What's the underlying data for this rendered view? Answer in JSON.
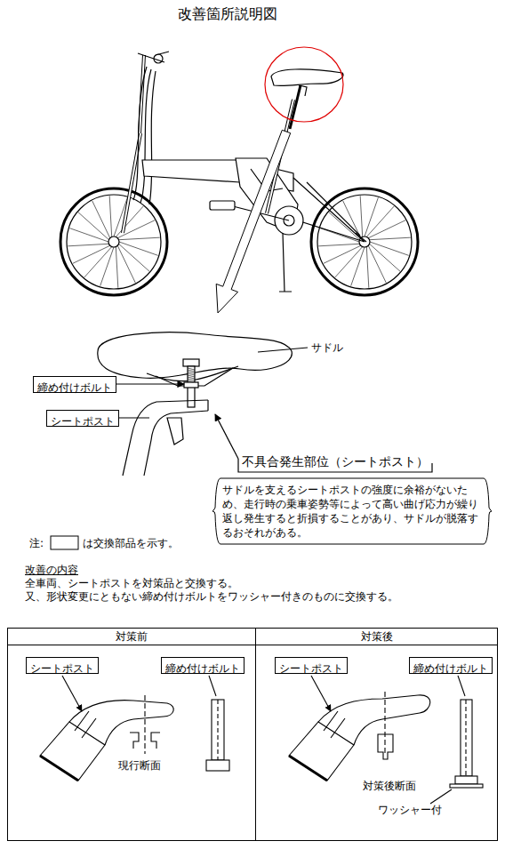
{
  "diagram": {
    "title": "改善箇所説明図",
    "nodes": [
      {
        "text": [
          "締め付けボルト"
        ]
      },
      {
        "text": [
          "シートポスト"
        ]
      },
      {
        "text": [
          "サドルを支えるシートポストの強度に余裕がないため、走行時の乗車姿勢等によって高い曲げ応力が繰り返し発生すると折損することがあり、サドルが脱落するおそれがある。"
        ]
      },
      {
        "text": [
          "対策前"
        ]
      },
      {
        "text": [
          "シートポスト"
        ],
        "in": 3
      },
      {
        "text": [
          "締め付けボルト"
        ],
        "in": 3
      },
      {
        "text": [
          "対策後"
        ]
      },
      {
        "text": [
          "シートポスト"
        ],
        "in": 6
      },
      {
        "text": [
          "締め付けボルト"
        ],
        "in": 6
      }
    ],
    "labels": [
      "サドル",
      "不具合発生部位（シートポスト）",
      "注:",
      "は交換部品を示す。",
      "改善の内容",
      "全車両、シートポストを対策品と交換する。",
      "又、形状変更にともない締め付けボルトをワッシャー付きのものに交換する。",
      "現行断面",
      "対策後断面",
      "ワッシャー付"
    ]
  }
}
